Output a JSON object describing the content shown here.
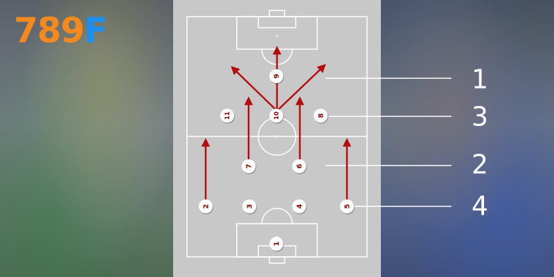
{
  "brand": {
    "main": "789",
    "accent": "F",
    "main_color": "#f4891f",
    "accent_color": "#1f8ef1"
  },
  "colors": {
    "pitch": "#c8c8c8",
    "line": "#ffffff",
    "arrow": "#b50d0d",
    "player": "#ffffff",
    "number": "#8b0000",
    "callout": "#ffffff"
  },
  "players": [
    {
      "number": "1"
    },
    {
      "number": "2"
    },
    {
      "number": "3"
    },
    {
      "number": "4"
    },
    {
      "number": "5"
    },
    {
      "number": "6"
    },
    {
      "number": "7"
    },
    {
      "number": "8"
    },
    {
      "number": "9"
    },
    {
      "number": "10"
    },
    {
      "number": "11"
    }
  ],
  "callouts": [
    {
      "label": "1"
    },
    {
      "label": "3"
    },
    {
      "label": "2"
    },
    {
      "label": "4"
    }
  ],
  "icons": {
    "player": "player-marker-icon",
    "arrow": "movement-arrow-icon"
  }
}
